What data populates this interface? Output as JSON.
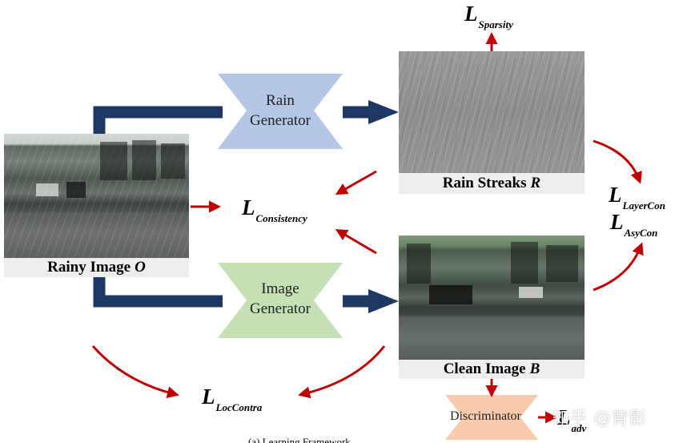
{
  "images": {
    "rainy": {
      "caption": "Rainy Image",
      "symbol": "O"
    },
    "rain_streaks": {
      "caption": "Rain Streaks",
      "symbol": "R"
    },
    "clean": {
      "caption": "Clean Image",
      "symbol": "B"
    }
  },
  "blocks": {
    "rain_generator": {
      "line1": "Rain",
      "line2": "Generator"
    },
    "image_generator": {
      "line1": "Image",
      "line2": "Generator"
    },
    "discriminator": {
      "label": "Discriminator"
    }
  },
  "losses": {
    "sparsity": {
      "L": "L",
      "sub": "Sparsity"
    },
    "consistency": {
      "L": "L",
      "sub": "Consistency"
    },
    "layercon": {
      "L": "L",
      "sub": "LayerCon"
    },
    "asycon": {
      "L": "L",
      "sub": "AsyCon"
    },
    "loccontra": {
      "L": "L",
      "sub": "LocContra"
    },
    "adv": {
      "L": "L",
      "sub": "adv"
    }
  },
  "watermark": "知乎 @背影",
  "bottom_caption": "(a) Learning Framework",
  "colors": {
    "flow_arrow": "#1f3763",
    "loss_arrow": "#c00000",
    "rain_generator_fill": "#b4c7e7",
    "image_generator_fill": "#c5e0b4",
    "discriminator_fill": "#f8cbad",
    "caption_bg": "#eeeeee"
  }
}
